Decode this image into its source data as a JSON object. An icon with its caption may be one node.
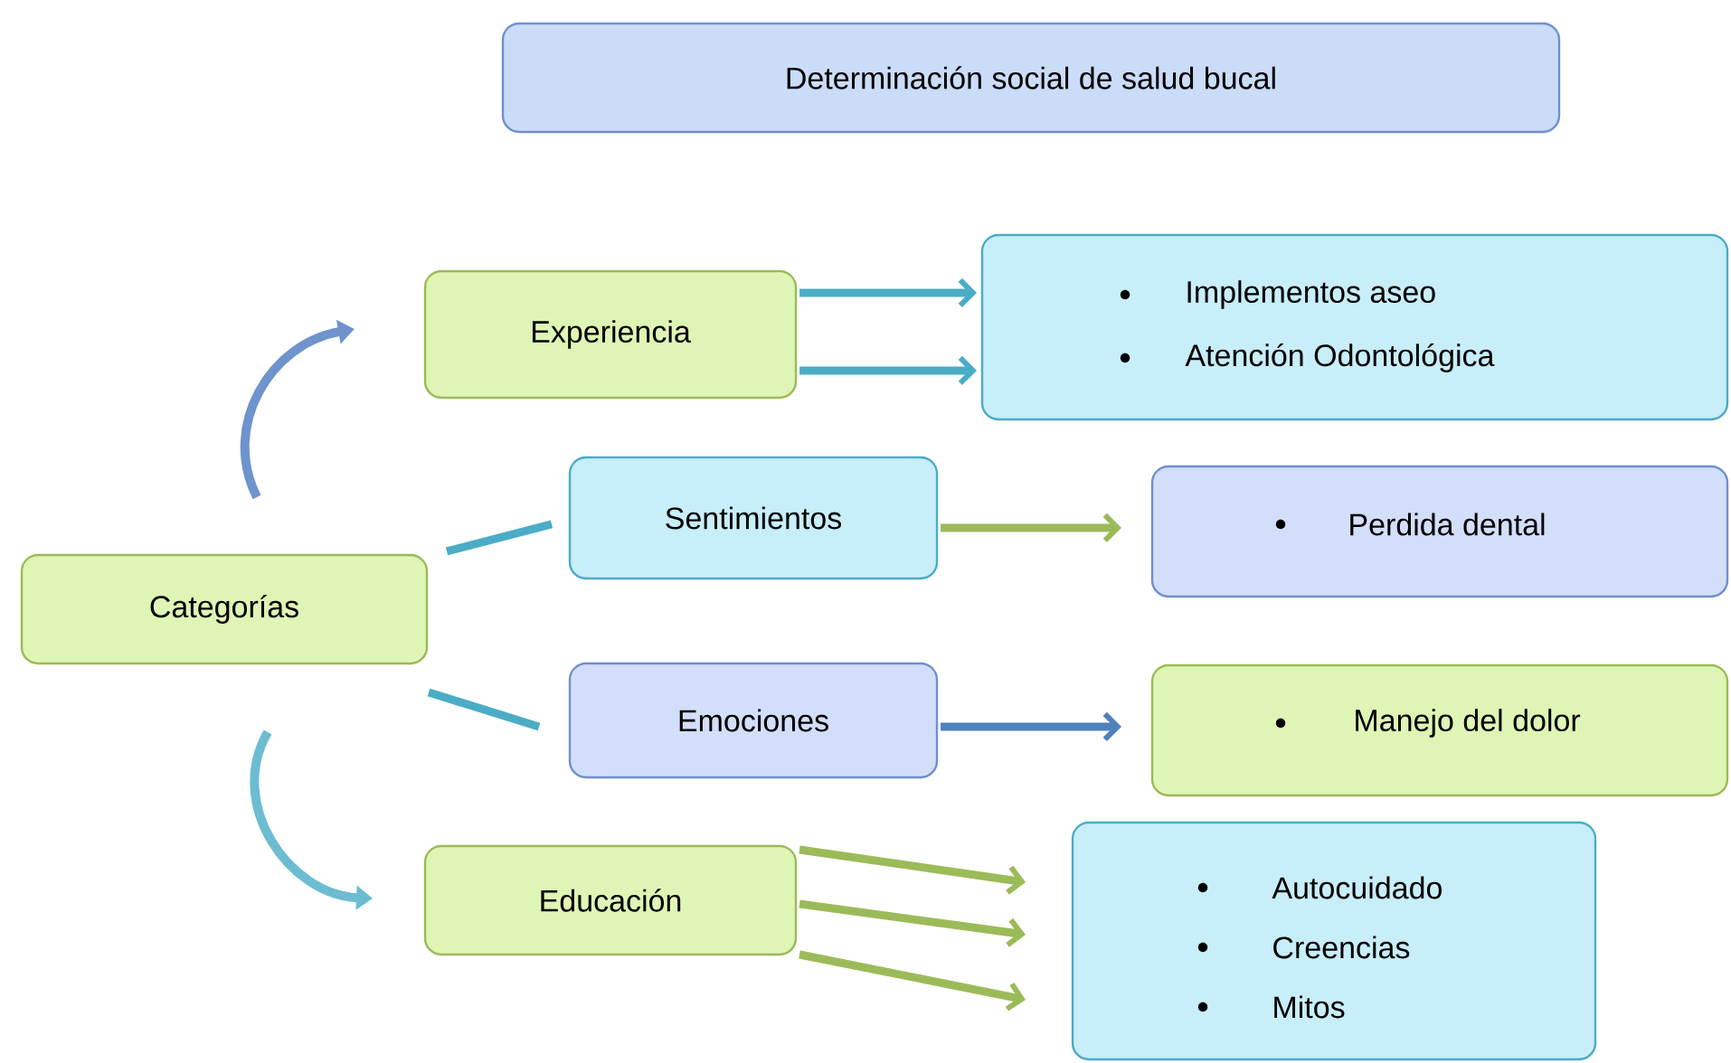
{
  "diagram": {
    "nodes": [
      {
        "text": [
          "Determinación social de salud bucal"
        ]
      },
      {
        "text": [
          "Experiencia"
        ]
      },
      {
        "text": [
          "Implementos aseo",
          "Atención Odontológica"
        ]
      },
      {
        "text": [
          "Sentimientos"
        ]
      },
      {
        "text": [
          "Perdida dental"
        ]
      },
      {
        "text": [
          "Categorías"
        ]
      },
      {
        "text": [
          "Emociones"
        ]
      },
      {
        "text": [
          "Manejo del dolor"
        ]
      },
      {
        "text": [
          "Educación"
        ]
      },
      {
        "text": [
          "Autocuidado",
          "Creencias",
          "Mitos"
        ]
      }
    ],
    "edges": [
      {
        "from": 1,
        "to": 2,
        "arrow": "to",
        "color": "#4bacc6"
      },
      {
        "from": 1,
        "to": 2,
        "arrow": "to",
        "color": "#4bacc6"
      },
      {
        "from": 5,
        "to": 1,
        "arrow": "to",
        "color": "#6f93cc"
      },
      {
        "from": 5,
        "to": 3,
        "arrow": "none",
        "color": "#4bacc6"
      },
      {
        "from": 3,
        "to": 4,
        "arrow": "to",
        "color": "#9bbb59"
      },
      {
        "from": 5,
        "to": 6,
        "arrow": "none",
        "color": "#4bacc6"
      },
      {
        "from": 6,
        "to": 7,
        "arrow": "to",
        "color": "#4f81bd"
      },
      {
        "from": 5,
        "to": 8,
        "arrow": "to",
        "color": "#6cbcd2"
      },
      {
        "from": 8,
        "to": 9,
        "arrow": "to",
        "color": "#9bbb59"
      },
      {
        "from": 8,
        "to": 9,
        "arrow": "to",
        "color": "#9bbb59"
      },
      {
        "from": 8,
        "to": 9,
        "arrow": "to",
        "color": "#9bbb59"
      }
    ]
  }
}
